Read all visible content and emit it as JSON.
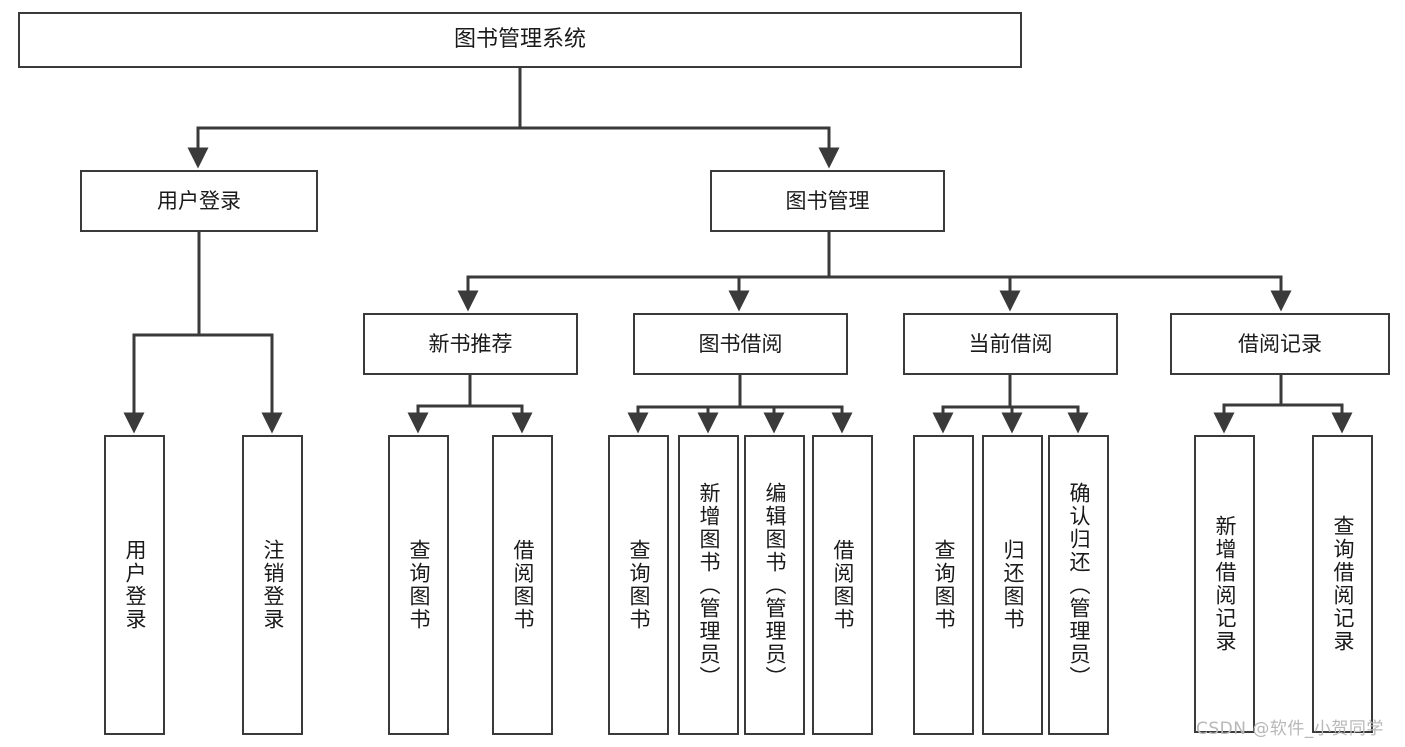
{
  "diagram": {
    "title": "图书管理系统",
    "watermark": "CSDN @软件_小贺同学",
    "stroke_color": "#3a3a3a",
    "fill_color": "#ffffff",
    "text_color": "#1a1a1a",
    "watermark_color": "#b8b8b8",
    "type": "tree-hierarchy",
    "root": {
      "label": "图书管理系统"
    },
    "level2": [
      {
        "label": "用户登录"
      },
      {
        "label": "图书管理"
      }
    ],
    "level3": [
      {
        "label": "新书推荐"
      },
      {
        "label": "图书借阅"
      },
      {
        "label": "当前借阅"
      },
      {
        "label": "借阅记录"
      }
    ],
    "leaves": {
      "user_login": [
        {
          "label": "用户登录"
        },
        {
          "label": "注销登录"
        }
      ],
      "new_book_recommend": [
        {
          "label": "查询图书"
        },
        {
          "label": "借阅图书"
        }
      ],
      "book_borrow": [
        {
          "label": "查询图书"
        },
        {
          "label": "新增图书（管理员）"
        },
        {
          "label": "编辑图书（管理员）"
        },
        {
          "label": "借阅图书"
        }
      ],
      "current_borrow": [
        {
          "label": "查询图书"
        },
        {
          "label": "归还图书"
        },
        {
          "label": "确认归还（管理员）"
        }
      ],
      "borrow_record": [
        {
          "label": "新增借阅记录"
        },
        {
          "label": "查询借阅记录"
        }
      ]
    }
  }
}
